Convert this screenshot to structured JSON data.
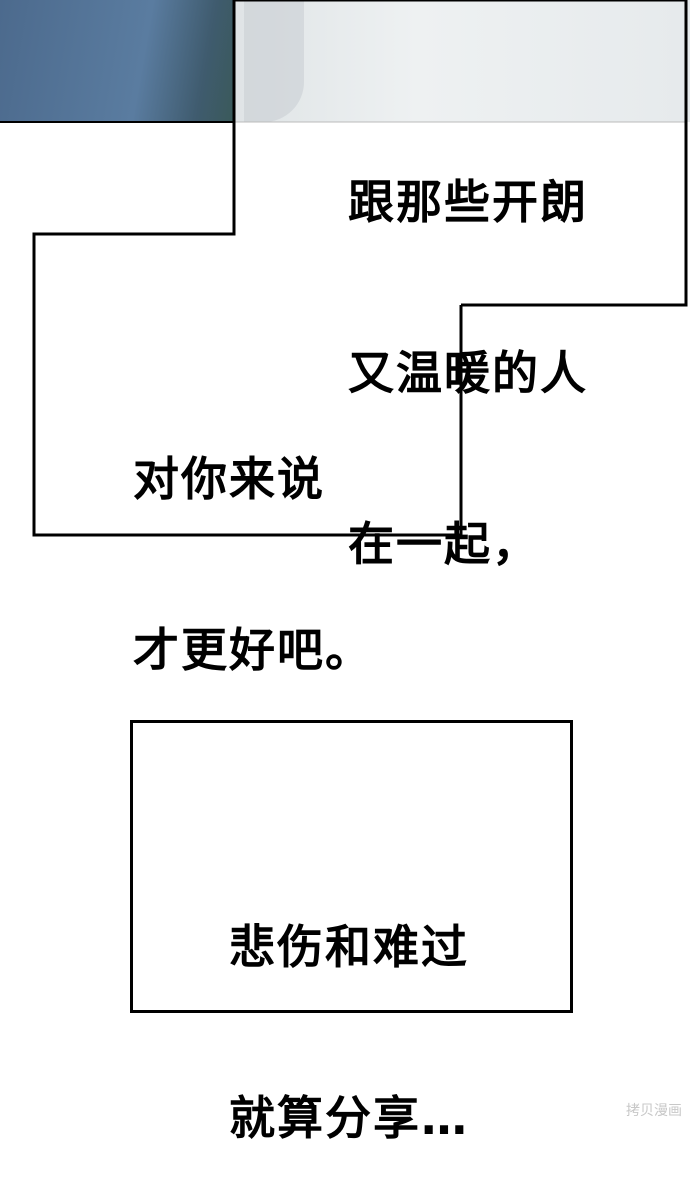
{
  "panel1": {
    "lines": [
      "跟那些开朗",
      "又温暖的人",
      "在一起，"
    ]
  },
  "panel2": {
    "lines": [
      "对你来说",
      "才更好吧。"
    ]
  },
  "panel3": {
    "lines": [
      "悲伤和难过",
      "就算分享…"
    ]
  },
  "watermark": "拷贝漫画"
}
